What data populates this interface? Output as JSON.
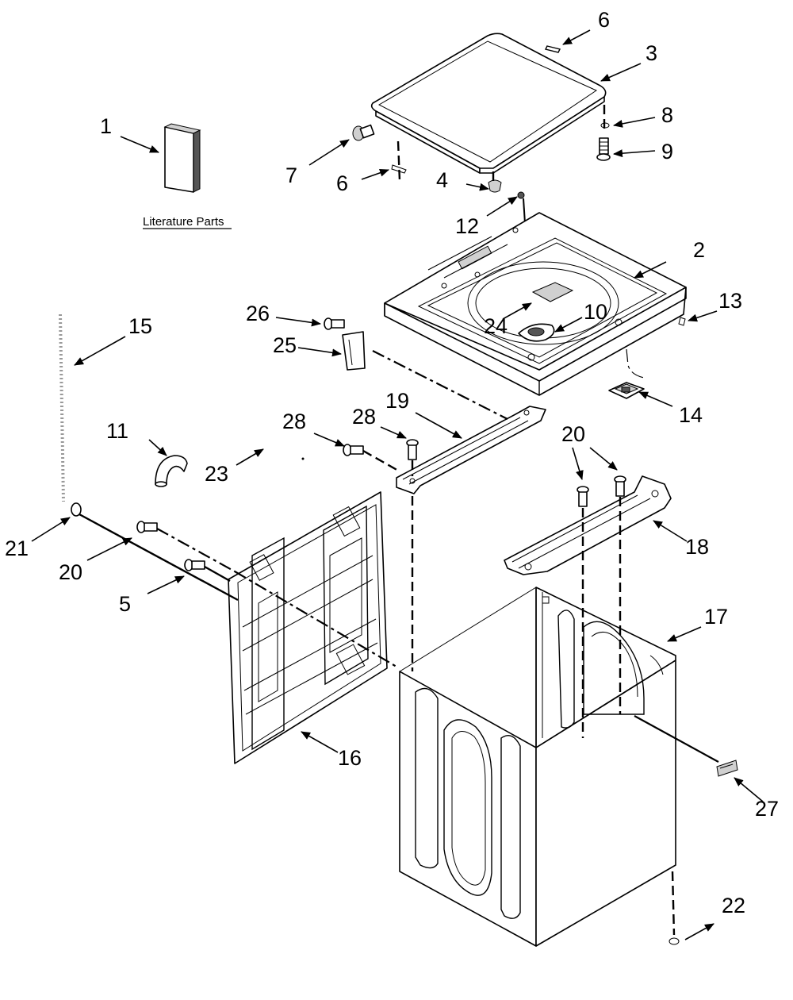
{
  "literature_label": "Literature Parts",
  "callouts": {
    "c1": "1",
    "c2": "2",
    "c3": "3",
    "c4": "4",
    "c5": "5",
    "c6a": "6",
    "c6b": "6",
    "c7": "7",
    "c8": "8",
    "c9": "9",
    "c10": "10",
    "c11": "11",
    "c12": "12",
    "c13": "13",
    "c14": "14",
    "c15": "15",
    "c16": "16",
    "c17": "17",
    "c18": "18",
    "c19": "19",
    "c20a": "20",
    "c20b": "20",
    "c21": "21",
    "c22": "22",
    "c23": "23",
    "c24": "24",
    "c25": "25",
    "c26": "26",
    "c27": "27",
    "c28a": "28",
    "c28b": "28"
  }
}
